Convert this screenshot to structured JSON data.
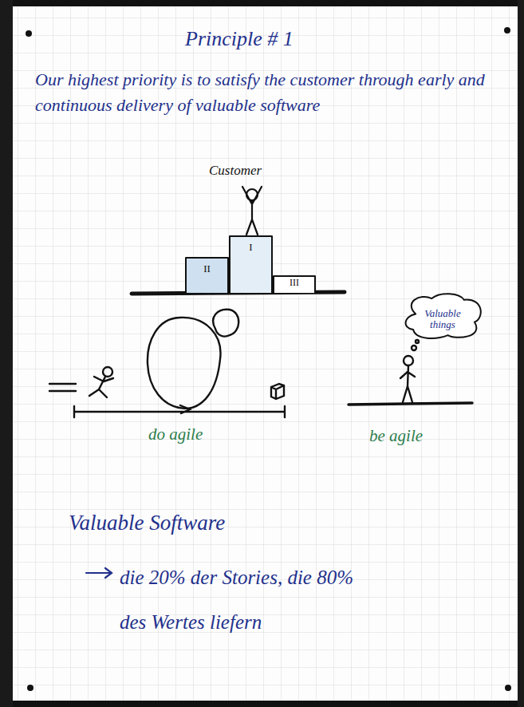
{
  "diagram": {
    "title": "Principle # 1",
    "nodes": [
      {
        "text": [
          "II"
        ]
      },
      {
        "text": [
          "I"
        ]
      },
      {
        "text": [
          "III"
        ]
      },
      {
        "text": [
          "Valuable things"
        ]
      }
    ],
    "labels": [
      "Our highest priority is to satisfy the customer through early and continuous delivery of valuable software",
      "Customer",
      "do agile",
      "be agile",
      "Valuable Software",
      "die 20% der Stories, die 80% des Wertes liefern"
    ]
  }
}
